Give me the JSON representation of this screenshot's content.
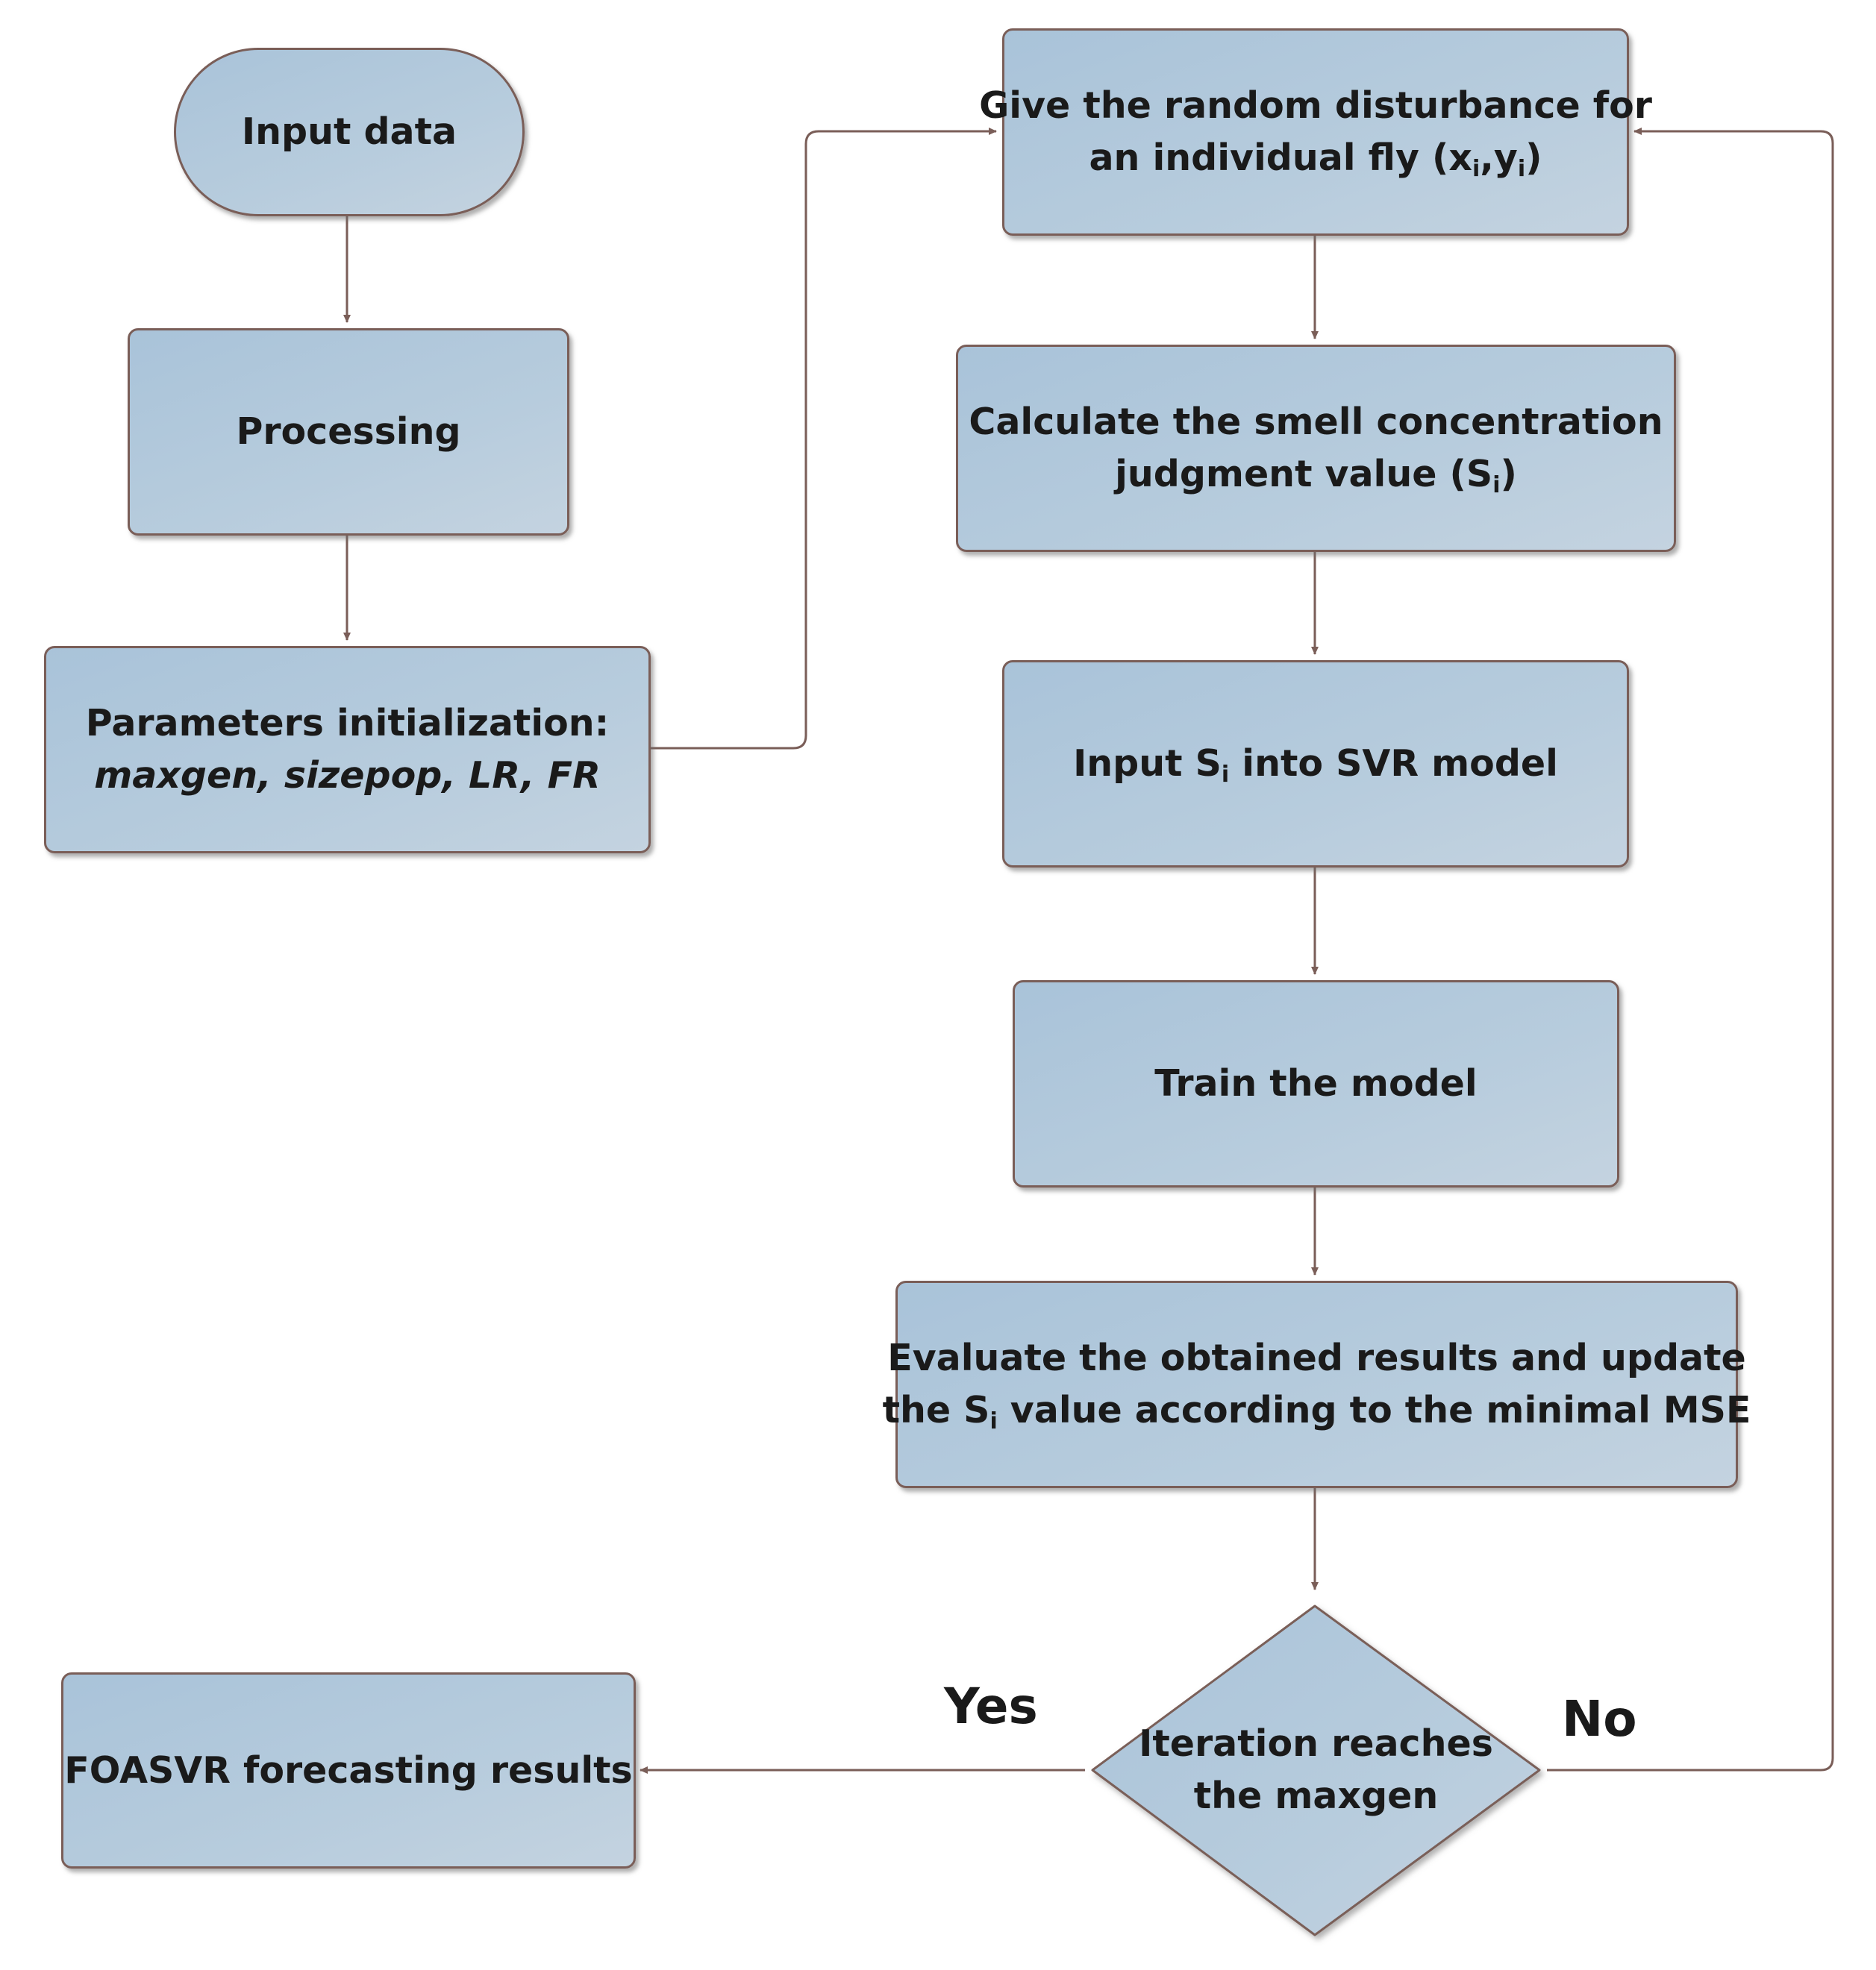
{
  "nodes": {
    "input_data": "Input data",
    "processing": "Processing",
    "params": {
      "line1": "Parameters initialization:",
      "p1": "maxgen",
      "p2": "sizepop",
      "p3": "LR",
      "p4": "FR",
      "sep": ", "
    },
    "disturbance": {
      "line1": "Give the random disturbance for",
      "line2_prefix": "an individual fly (x",
      "sub_i": "i",
      "comma": ",y",
      "close": ")"
    },
    "smell": {
      "line1": "Calculate the smell concentration",
      "line2_prefix": "judgment value (S",
      "sub_i": "i",
      "close": ")"
    },
    "svr": {
      "prefix": "Input S",
      "sub_i": "i",
      "suffix": " into SVR model"
    },
    "train": "Train the model",
    "evaluate": {
      "line1": "Evaluate the obtained results and update",
      "line2_prefix": "the S",
      "sub_i": "i",
      "line2_suffix": " value according to the minimal MSE"
    },
    "decision": {
      "line1": "Iteration reaches",
      "line2": "the maxgen"
    },
    "result": "FOASVR forecasting results"
  },
  "edge_labels": {
    "yes": "Yes",
    "no": "No"
  },
  "colors": {
    "node_fill": "#b3c9dc",
    "node_border": "#7a5e58",
    "arrow": "#7a5e58",
    "text": "#1a1a1a"
  }
}
